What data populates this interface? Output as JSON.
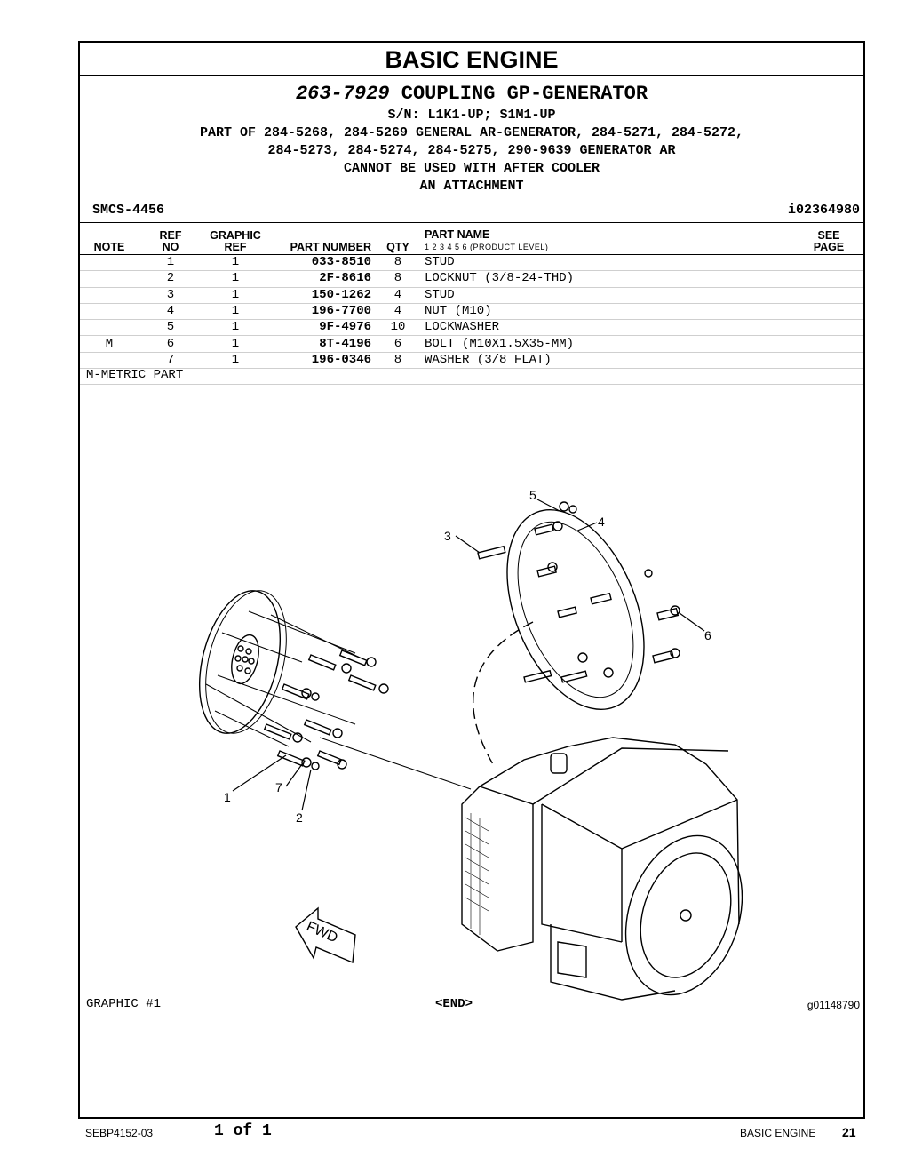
{
  "section_title": "BASIC ENGINE",
  "group": {
    "number": "263-7929",
    "name": "COUPLING GP-GENERATOR",
    "serial": "S/N: L1K1-UP; S1M1-UP",
    "part_of_line1": "PART OF 284-5268, 284-5269 GENERAL AR-GENERATOR, 284-5271, 284-5272,",
    "part_of_line2": "284-5273, 284-5274, 284-5275, 290-9639 GENERATOR AR",
    "note_line1": "CANNOT BE USED WITH AFTER COOLER",
    "note_line2": "AN ATTACHMENT"
  },
  "smcs": "SMCS-4456",
  "illustration_ref": "i02364980",
  "table": {
    "headers": {
      "note": "NOTE",
      "ref_top": "REF",
      "ref_bottom": "NO",
      "graphic_top": "GRAPHIC",
      "graphic_bottom": "REF",
      "part_number": "PART NUMBER",
      "qty": "QTY",
      "part_name": "PART NAME",
      "product_levels": "1   2   3   4   5   6   (PRODUCT LEVEL)",
      "see_top": "SEE",
      "see_bottom": "PAGE"
    },
    "rows": [
      {
        "note": "",
        "ref": "1",
        "graphic": "1",
        "part_number": "033-8510",
        "qty": "8",
        "name": "STUD"
      },
      {
        "note": "",
        "ref": "2",
        "graphic": "1",
        "part_number": "2F-8616",
        "qty": "8",
        "name": "LOCKNUT (3/8-24-THD)"
      },
      {
        "note": "",
        "ref": "3",
        "graphic": "1",
        "part_number": "150-1262",
        "qty": "4",
        "name": "STUD"
      },
      {
        "note": "",
        "ref": "4",
        "graphic": "1",
        "part_number": "196-7700",
        "qty": "4",
        "name": "NUT (M10)"
      },
      {
        "note": "",
        "ref": "5",
        "graphic": "1",
        "part_number": "9F-4976",
        "qty": "10",
        "name": "LOCKWASHER"
      },
      {
        "note": "M",
        "ref": "6",
        "graphic": "1",
        "part_number": "8T-4196",
        "qty": "6",
        "name": "BOLT (M10X1.5X35-MM)"
      },
      {
        "note": "",
        "ref": "7",
        "graphic": "1",
        "part_number": "196-0346",
        "qty": "8",
        "name": "WASHER (3/8 FLAT)"
      }
    ]
  },
  "metric_note": "M-METRIC PART",
  "drawing": {
    "callouts": [
      "5",
      "4",
      "3",
      "6",
      "1",
      "7",
      "2"
    ],
    "fwd_label": "FWD"
  },
  "graphic_label": "GRAPHIC #1",
  "end_label": "<END>",
  "graphic_ref": "g01148790",
  "footer": {
    "doc_number": "SEBP4152-03",
    "pages": "1 of 1",
    "section": "BASIC ENGINE",
    "page_number": "21"
  }
}
